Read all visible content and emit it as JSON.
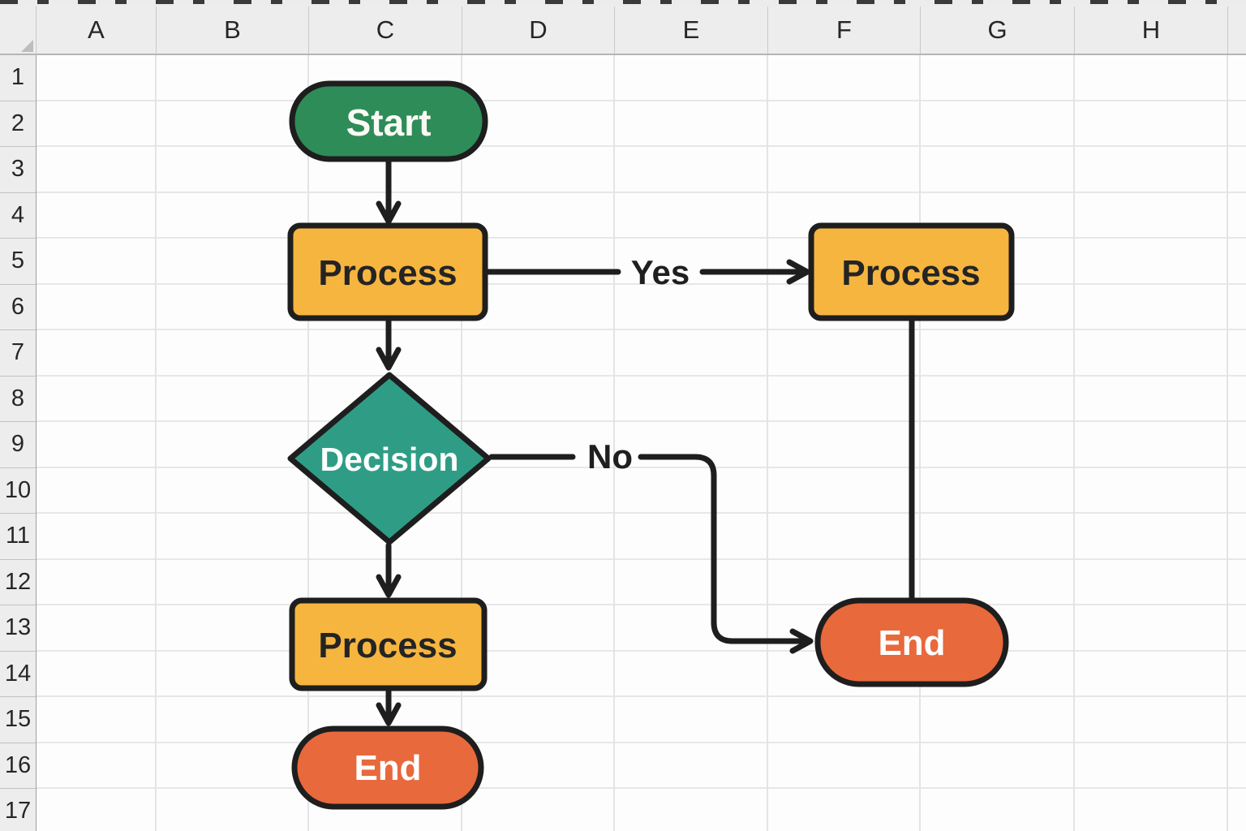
{
  "sheet": {
    "columns": [
      "A",
      "B",
      "C",
      "D",
      "E",
      "F",
      "G",
      "H"
    ],
    "rows": [
      "1",
      "2",
      "3",
      "4",
      "5",
      "6",
      "7",
      "8",
      "9",
      "10",
      "11",
      "12",
      "13",
      "14",
      "15",
      "16",
      "17"
    ]
  },
  "flowchart": {
    "stroke_color": "#1E1E1E",
    "nodes": {
      "start": {
        "label": "Start",
        "fill": "#2E8C59",
        "text_color": "#FAFAF5"
      },
      "process1": {
        "label": "Process",
        "fill": "#F6B53E",
        "text_color": "#242424"
      },
      "process2": {
        "label": "Process",
        "fill": "#F6B53E",
        "text_color": "#242424"
      },
      "decision": {
        "label": "Decision",
        "fill": "#2F9D86",
        "text_color": "#FFFFFF"
      },
      "process3": {
        "label": "Process",
        "fill": "#F6B53E",
        "text_color": "#242424"
      },
      "end1": {
        "label": "End",
        "fill": "#E8693C",
        "text_color": "#FFFFFF"
      },
      "end2": {
        "label": "End",
        "fill": "#E8693C",
        "text_color": "#FFFFFF"
      }
    },
    "edges": {
      "yes_label": "Yes",
      "no_label": "No"
    }
  }
}
